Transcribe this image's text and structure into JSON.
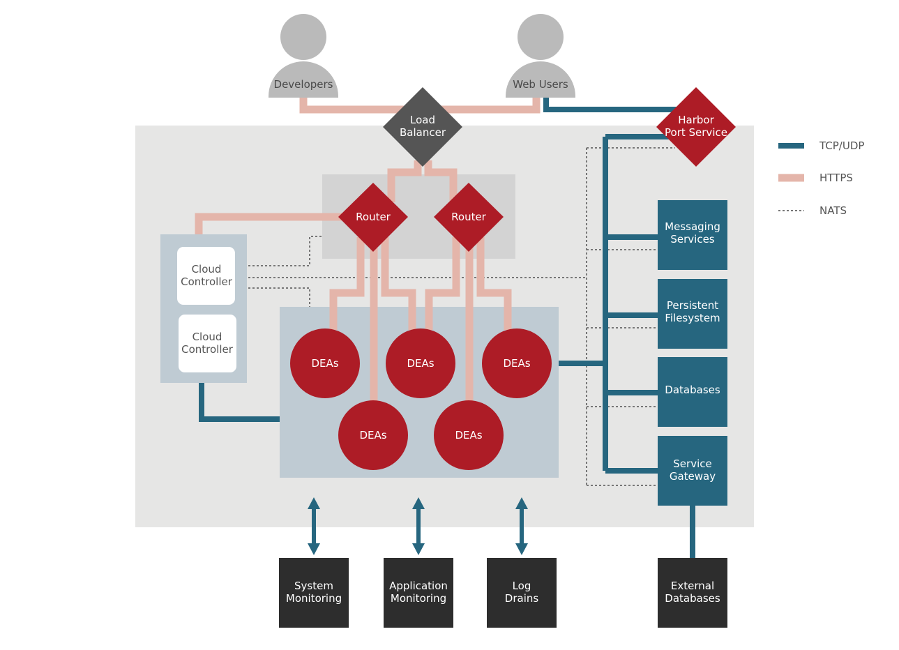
{
  "colors": {
    "background": "#ffffff",
    "platform": "#e6e6e5",
    "router_zone": "#d3d3d3",
    "blue_panel": "#bfcbd3",
    "red": "#ad1c26",
    "teal": "#26667f",
    "dark_box": "#2d2d2d",
    "lb_gray": "#555555",
    "https": "#e4b5aa",
    "person": "#bababa"
  },
  "users": {
    "developers": "Developers",
    "web_users": "Web Users"
  },
  "load_balancer": [
    "Load",
    "Balancer"
  ],
  "harbor": [
    "Harbor",
    "Port Service"
  ],
  "routers": [
    "Router",
    "Router"
  ],
  "cloud_controllers": [
    [
      "Cloud",
      "Controller"
    ],
    [
      "Cloud",
      "Controller"
    ]
  ],
  "deas": [
    "DEAs",
    "DEAs",
    "DEAs",
    "DEAs",
    "DEAs"
  ],
  "services": [
    [
      "Messaging",
      "Services"
    ],
    [
      "Persistent",
      "Filesystem"
    ],
    [
      "Databases"
    ],
    [
      "Service",
      "Gateway"
    ]
  ],
  "external": {
    "system_monitoring": [
      "System",
      "Monitoring"
    ],
    "application_monitoring": [
      "Application",
      "Monitoring"
    ],
    "log_drains": [
      "Log",
      "Drains"
    ],
    "external_databases": [
      "External",
      "Databases"
    ]
  },
  "legend": {
    "tcp_udp": "TCP/UDP",
    "https": "HTTPS",
    "nats": "NATS"
  }
}
